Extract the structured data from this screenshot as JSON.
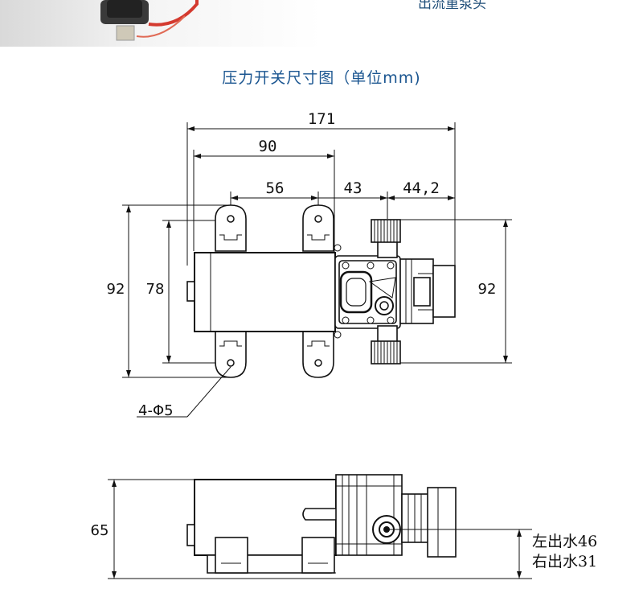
{
  "header": {
    "photo_caption": "出流重泵头",
    "title": "压力开关尺寸图（单位mm)"
  },
  "top_view": {
    "dim_total_length": "171",
    "dim_90": "90",
    "dim_56": "56",
    "dim_43": "43",
    "dim_44_2": "44,2",
    "dim_height_left_92": "92",
    "dim_height_78": "78",
    "dim_height_right_92": "92",
    "hole_callout": "4-Φ5"
  },
  "side_view": {
    "dim_height_65": "65",
    "outlet_left": "左出水46",
    "outlet_right": "右出水31"
  }
}
